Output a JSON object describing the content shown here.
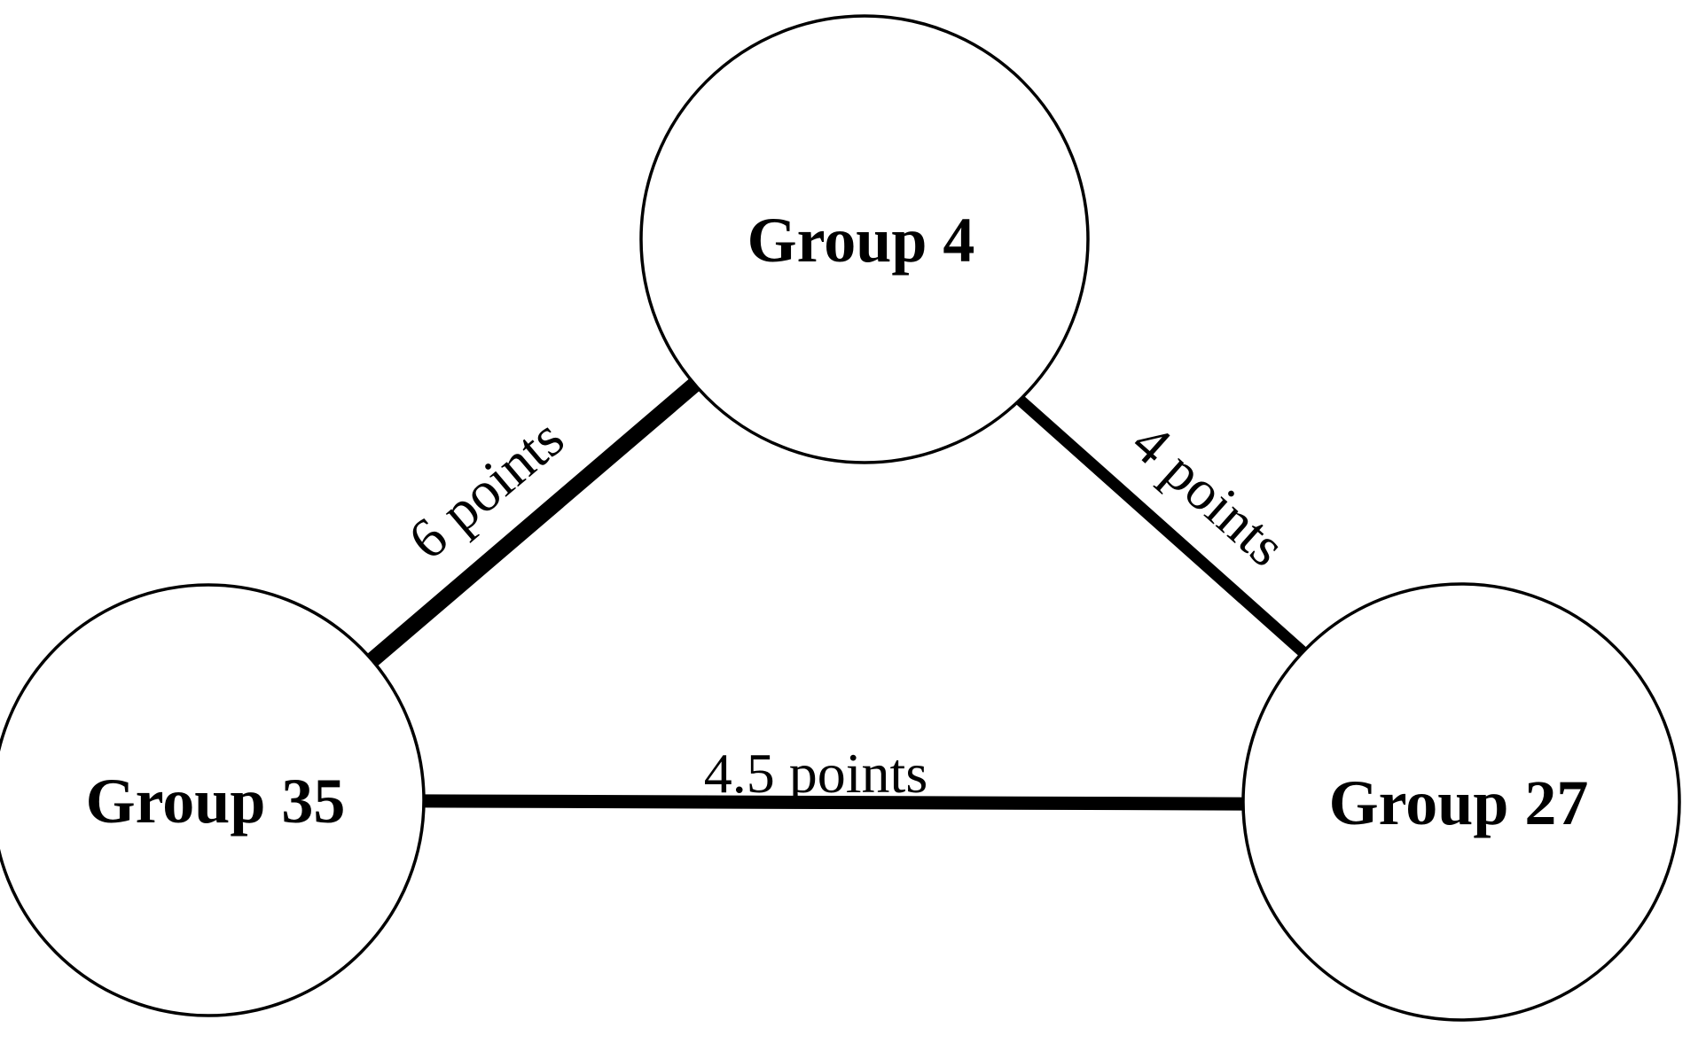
{
  "diagram": {
    "type": "weighted-graph",
    "background_color": "#ffffff",
    "stroke_color": "#000000",
    "node_fill_color": "#ffffff",
    "nodes": [
      {
        "id": "group-4",
        "label": "Group 4"
      },
      {
        "id": "group-35",
        "label": "Group 35"
      },
      {
        "id": "group-27",
        "label": "Group 27"
      }
    ],
    "edges": [
      {
        "from": "group-35",
        "to": "group-4",
        "label": "6 points",
        "points": 6
      },
      {
        "from": "group-4",
        "to": "group-27",
        "label": "4 points",
        "points": 4
      },
      {
        "from": "group-35",
        "to": "group-27",
        "label": "4.5 points",
        "points": 4.5
      }
    ]
  }
}
